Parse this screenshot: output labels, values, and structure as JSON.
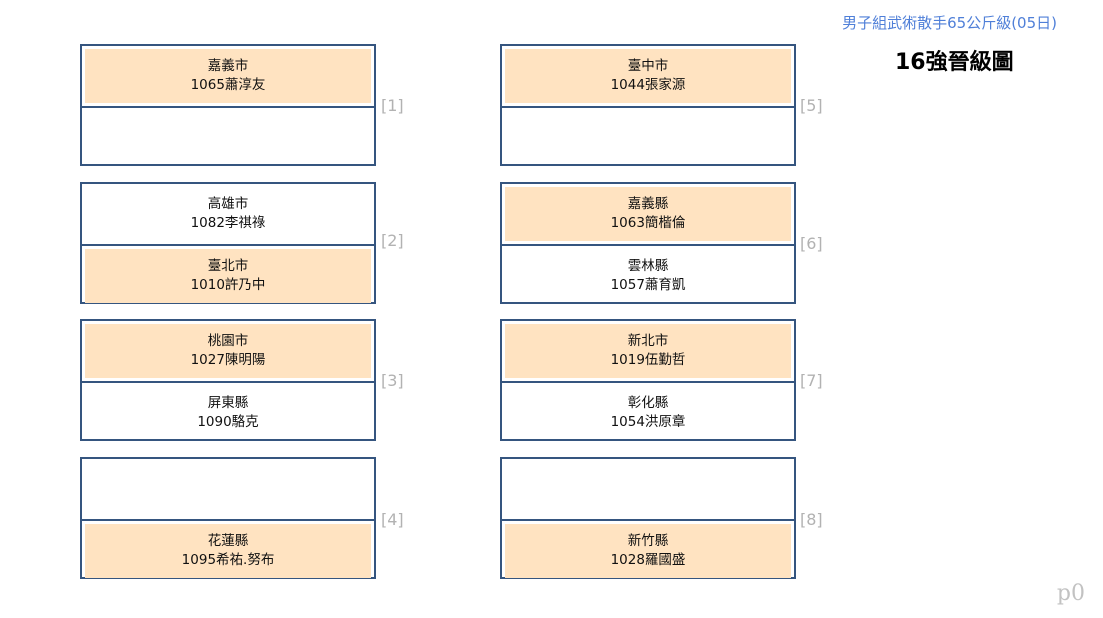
{
  "header": {
    "subtitle": "男子組武術散手65公斤級(05日)",
    "title": "16強晉級圖"
  },
  "matches": [
    {
      "label": "[1]",
      "top": {
        "team": "嘉義市",
        "player": "1065蕭淳友",
        "highlight": true
      },
      "bottom": {
        "team": "",
        "player": "",
        "highlight": false
      }
    },
    {
      "label": "[2]",
      "top": {
        "team": "高雄市",
        "player": "1082李祺祿",
        "highlight": false
      },
      "bottom": {
        "team": "臺北市",
        "player": "1010許乃中",
        "highlight": true
      }
    },
    {
      "label": "[3]",
      "top": {
        "team": "桃園市",
        "player": "1027陳明陽",
        "highlight": true
      },
      "bottom": {
        "team": "屏東縣",
        "player": "1090駱克",
        "highlight": false
      }
    },
    {
      "label": "[4]",
      "top": {
        "team": "",
        "player": "",
        "highlight": false
      },
      "bottom": {
        "team": "花蓮縣",
        "player": "1095希祐.努布",
        "highlight": true
      }
    },
    {
      "label": "[5]",
      "top": {
        "team": "臺中市",
        "player": "1044張家源",
        "highlight": true
      },
      "bottom": {
        "team": "",
        "player": "",
        "highlight": false
      }
    },
    {
      "label": "[6]",
      "top": {
        "team": "嘉義縣",
        "player": "1063簡楷倫",
        "highlight": true
      },
      "bottom": {
        "team": "雲林縣",
        "player": "1057蕭育凱",
        "highlight": false
      }
    },
    {
      "label": "[7]",
      "top": {
        "team": "新北市",
        "player": "1019伍勤哲",
        "highlight": true
      },
      "bottom": {
        "team": "彰化縣",
        "player": "1054洪原章",
        "highlight": false
      }
    },
    {
      "label": "[8]",
      "top": {
        "team": "",
        "player": "",
        "highlight": false
      },
      "bottom": {
        "team": "新竹縣",
        "player": "1028羅國盛",
        "highlight": true
      }
    }
  ],
  "footer": {
    "page_mark": "p0"
  },
  "colors": {
    "border": "#35557f",
    "highlight": "#ffe3c1",
    "subtitle": "#4f7fd8",
    "label": "#b2b2b2"
  }
}
